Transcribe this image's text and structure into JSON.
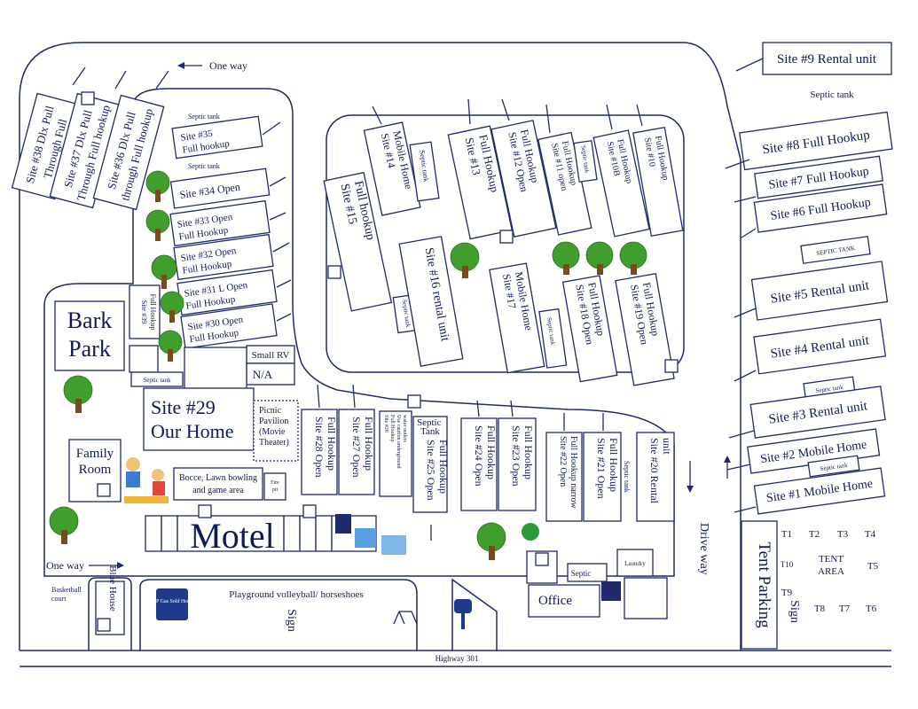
{
  "map": {
    "highway": "Highway 301",
    "one_way_top": "One way",
    "one_way_bottom": "One way",
    "drive_way": "Drive way",
    "septic_tank_top_right": "Septic tank",
    "sign_bottom": "Sign",
    "sign_right": "Sign",
    "playground": "Playground volleyball/ horseshoes",
    "basketball": "Basketball court",
    "blue_house": "Blue House",
    "lp_gas": "LP Gas Sold Here",
    "bark_park": [
      "Bark",
      "Park"
    ],
    "family_room": [
      "Family",
      "Room"
    ],
    "site29": [
      "Site #29",
      "Our Home"
    ],
    "picnic": [
      "Picnic",
      "Pavilion",
      "(Movie",
      "Theater)"
    ],
    "bocce": [
      "Bocce, Lawn bowling",
      "and game area"
    ],
    "fire_pit": [
      "Fire",
      "pit"
    ],
    "motel": "Motel",
    "office": "Office",
    "septic_office": "Septic",
    "laundry": "Laundry",
    "small_rv": "Small RV",
    "na": "N/A",
    "septic_tank_small": "Septic tank",
    "septic_tank_caps": "SEPTIC TANK",
    "tent_parking": "Tent Parking",
    "tent_area": [
      "TENT",
      "AREA"
    ],
    "tents": [
      "T1",
      "T2",
      "T3",
      "T4",
      "T10",
      "T5",
      "T9",
      "T8",
      "T7",
      "T6"
    ],
    "right_sites": [
      "Site #9 Rental unit",
      "Site #8 Full Hookup",
      "Site #7  Full Hookup",
      "Site #6  Full Hookup",
      "Site #5 Rental unit",
      "Site #4 Rental unit",
      "Site #3 Rental unit",
      "Site #2 Mobile Home",
      "Site #1 Mobile Home"
    ],
    "left_horizontal_sites": [
      [
        "Site #35",
        "Full hookup"
      ],
      [
        "Site #34 Open"
      ],
      [
        "Site #33 Open",
        "Full Hookup"
      ],
      [
        "Site #32 Open",
        "Full Hookup"
      ],
      [
        "Site #31 L Open",
        "Full Hookup"
      ],
      [
        "Site #30 Open",
        "Full Hookup"
      ]
    ],
    "left_diag_sites": [
      [
        "Site #38 Dlx Pull",
        "Through Full"
      ],
      [
        "Site #37 Dlx Pull",
        "Through Full hookup"
      ],
      [
        "Site #36 Dlx Pull",
        "through  Full hookup"
      ]
    ],
    "site39": [
      "Site #39",
      "Full Hookup"
    ],
    "inner_sites": [
      [
        "Site #14",
        "Mobile Home"
      ],
      [
        "Site #13",
        "Full Hookup"
      ],
      [
        "Site #12 Open",
        "Full Hookup"
      ],
      [
        "Site #11 open",
        "Full Hookup"
      ],
      [
        "Site #10B",
        "Full Hookup"
      ],
      [
        "Site #10",
        "Full Hookup"
      ],
      [
        "Site #15",
        "Full hookup"
      ],
      [
        "Site #16 rental unit"
      ],
      [
        "Site #17",
        "Mobile Home"
      ],
      [
        "Site #18 Open",
        "Full Hookup"
      ],
      [
        "Site #19 Open",
        "Full Hookup"
      ]
    ],
    "bottom_sites": [
      [
        "Site #28 Open",
        "Full Hookup"
      ],
      [
        "Site #27 Open",
        "Full Hookup"
      ],
      [
        "Site #26",
        "Full Hookup",
        "Use caution underground",
        "water outlets"
      ],
      [
        "Site #25 Open",
        "Full Hookup"
      ],
      [
        "Site #24 Open",
        "Full Hookup"
      ],
      [
        "Site #23 Open",
        "Full Hookup"
      ],
      [
        "Site #22 Open",
        "Full Hookup narrow"
      ],
      [
        "Site #21 Open",
        "Full Hookup"
      ],
      [
        "Site #20 Rental",
        "unit"
      ]
    ],
    "septic_bottom": [
      "Septic",
      "Tank"
    ]
  }
}
